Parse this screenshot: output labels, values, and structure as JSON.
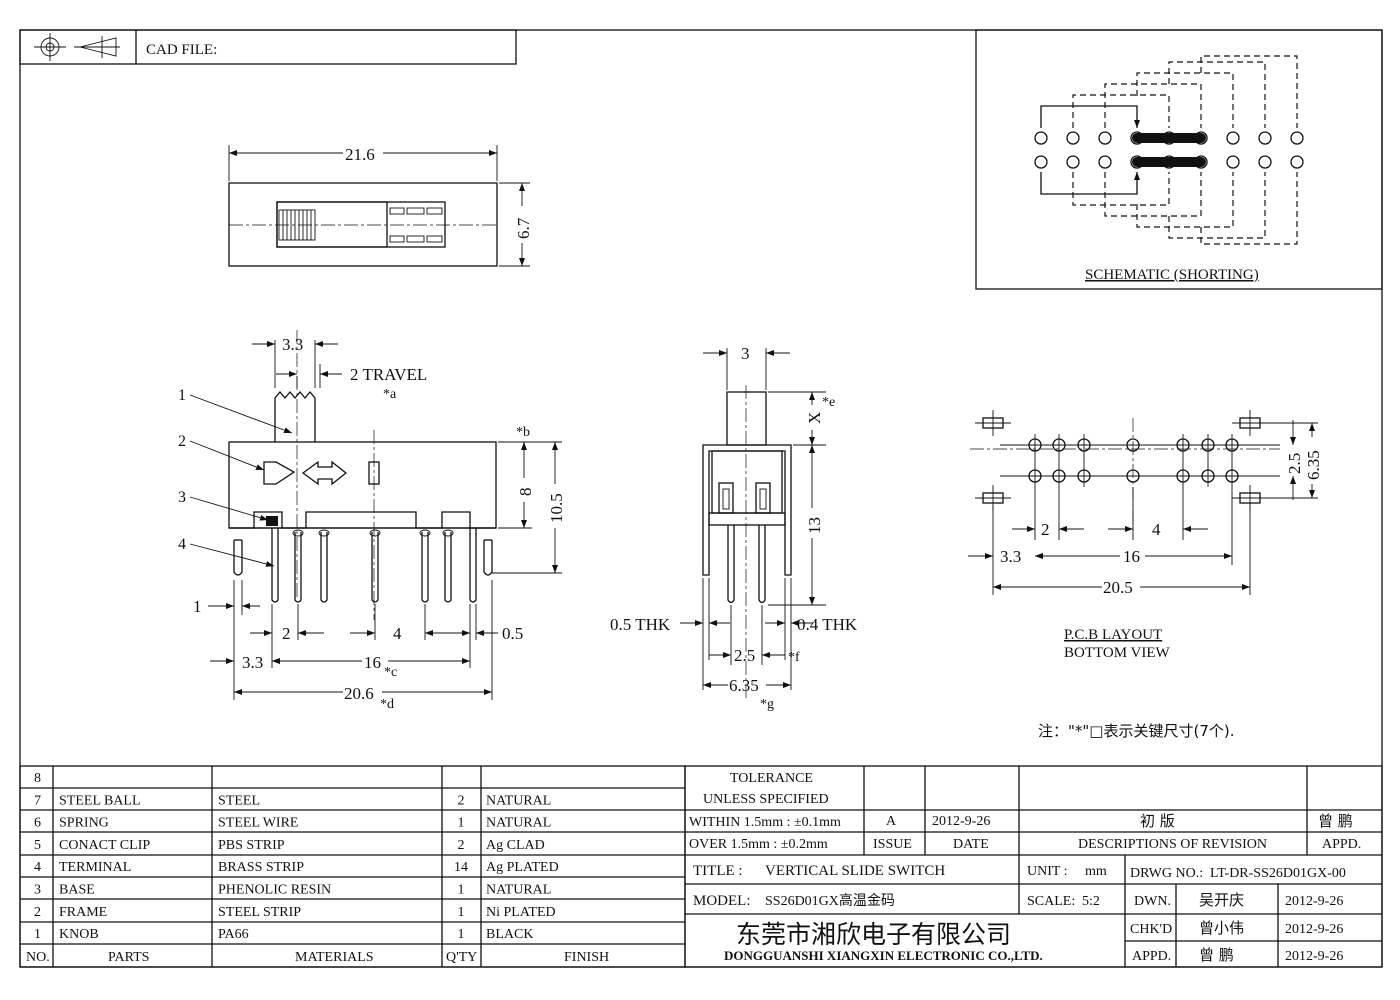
{
  "header": {
    "cad_file_label": "CAD FILE:",
    "projection_icon": "third-angle-projection-icon"
  },
  "top_view": {
    "width_dim": "21.6",
    "height_dim": "6.7"
  },
  "schematic": {
    "caption": "SCHEMATIC (SHORTING)"
  },
  "side_view": {
    "knob_width": "3.3",
    "travel": "2 TRAVEL",
    "note_a": "*a",
    "note_b": "*b",
    "callouts": [
      "1",
      "2",
      "3",
      "4"
    ],
    "body_h": "8",
    "total_h": "10.5",
    "pin_off": "1",
    "pitch_left": "2",
    "pitch_mid": "4",
    "pin_w": "0.5",
    "offset": "3.3",
    "span16": "16",
    "note_c": "*c",
    "span206": "20.6",
    "note_d": "*d"
  },
  "front_view": {
    "knob_w": "3",
    "x_label": "X",
    "note_e": "*e",
    "height_13": "13",
    "thk_left": "0.5  THK",
    "thk_right": "0.4  THK",
    "row_pitch": "2.5",
    "note_f": "*f",
    "outer": "6.35",
    "note_g": "*g"
  },
  "pcb": {
    "row_pitch": "2.5",
    "outer": "6.35",
    "pitch_left": "2",
    "pitch_mid": "4",
    "offset": "3.3",
    "span16": "16",
    "span205": "20.5",
    "caption1": "P.C.B LAYOUT",
    "caption2": "BOTTOM VIEW"
  },
  "note": "注：\"*\"□表示关键尺寸(7个).",
  "bom": {
    "rows": [
      {
        "no": "8",
        "part": "",
        "material": "",
        "qty": "",
        "finish": ""
      },
      {
        "no": "7",
        "part": "STEEL BALL",
        "material": "STEEL",
        "qty": "2",
        "finish": "NATURAL"
      },
      {
        "no": "6",
        "part": "SPRING",
        "material": "STEEL WIRE",
        "qty": "1",
        "finish": "NATURAL"
      },
      {
        "no": "5",
        "part": "CONACT CLIP",
        "material": "PBS STRIP",
        "qty": "2",
        "finish": "Ag CLAD"
      },
      {
        "no": "4",
        "part": "TERMINAL",
        "material": "BRASS STRIP",
        "qty": "14",
        "finish": "Ag PLATED"
      },
      {
        "no": "3",
        "part": "BASE",
        "material": "PHENOLIC RESIN",
        "qty": "1",
        "finish": "NATURAL"
      },
      {
        "no": "2",
        "part": "FRAME",
        "material": "STEEL STRIP",
        "qty": "1",
        "finish": "Ni PLATED"
      },
      {
        "no": "1",
        "part": "KNOB",
        "material": "PA66",
        "qty": "1",
        "finish": "BLACK"
      }
    ],
    "header": {
      "no": "NO.",
      "part": "PARTS",
      "material": "MATERIALS",
      "qty": "Q'TY",
      "finish": "FINISH"
    }
  },
  "title_block": {
    "tol1": "TOLERANCE",
    "tol2": "UNLESS   SPECIFIED",
    "tol3": "WITHIN 1.5mm : ±0.1mm",
    "tol4": "OVER 1.5mm : ±0.2mm",
    "issue_val": "A",
    "date_val": "2012-9-26",
    "desc_val": "初  版",
    "appd_val": "曾 鹏",
    "issue_h": "ISSUE",
    "date_h": "DATE",
    "desc_h": "DESCRIPTIONS OF REVISION",
    "appd_h": "APPD.",
    "title_label": "TITLE :",
    "title_val": "VERTICAL SLIDE SWITCH",
    "unit_label": "UNIT :",
    "unit_val": "mm",
    "drwg_label": "DRWG NO.:",
    "drwg_val": "LT-DR-SS26D01GX-00",
    "model_label": "MODEL:",
    "model_val": "SS26D01GX高温金码",
    "scale_label": "SCALE:",
    "scale_val": "5:2",
    "dwn_label": "DWN.",
    "dwn_name": "吴开庆",
    "dwn_date": "2012-9-26",
    "chk_label": "CHK'D",
    "chk_name": "曾小伟",
    "chk_date": "2012-9-26",
    "appd_label": "APPD.",
    "appd_name": "曾 鹏",
    "appd_date": "2012-9-26",
    "company_cn": "东莞市湘欣电子有限公司",
    "company_en": "DONGGUANSHI XIANGXIN ELECTRONIC CO.,LTD."
  }
}
